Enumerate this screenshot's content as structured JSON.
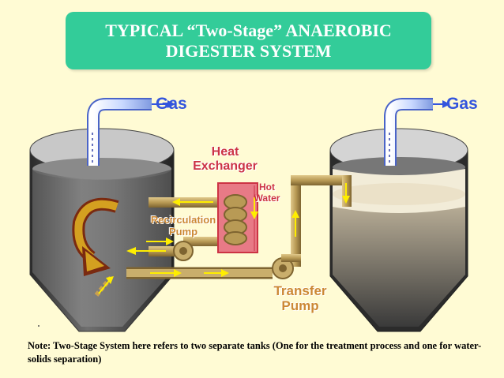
{
  "title": {
    "line1": "TYPICAL “Two-Stage” ANAEROBIC",
    "line2": "DIGESTER SYSTEM"
  },
  "labels": {
    "gas_left": "Gas",
    "gas_right": "Gas",
    "heat_exchanger_line1": "Heat",
    "heat_exchanger_line2": "Exchanger",
    "hot_water_line1": "Hot",
    "hot_water_line2": "Water",
    "recirculation_pump_line1": "Recirculation",
    "recirculation_pump_line2": "Pump",
    "transfer_pump_line1": "Transfer",
    "transfer_pump_line2": "Pump"
  },
  "note": "Note:  Two-Stage System here refers to two separate tanks (One for the treatment process and one for water-solids separation)",
  "colors": {
    "background": "#fffbd4",
    "title_box": "#33cc99",
    "gas_label": "#3355dd",
    "heat_exchanger": "#cc3344",
    "pipe": "#b89a55",
    "flow_arrow": "#ffee00"
  }
}
